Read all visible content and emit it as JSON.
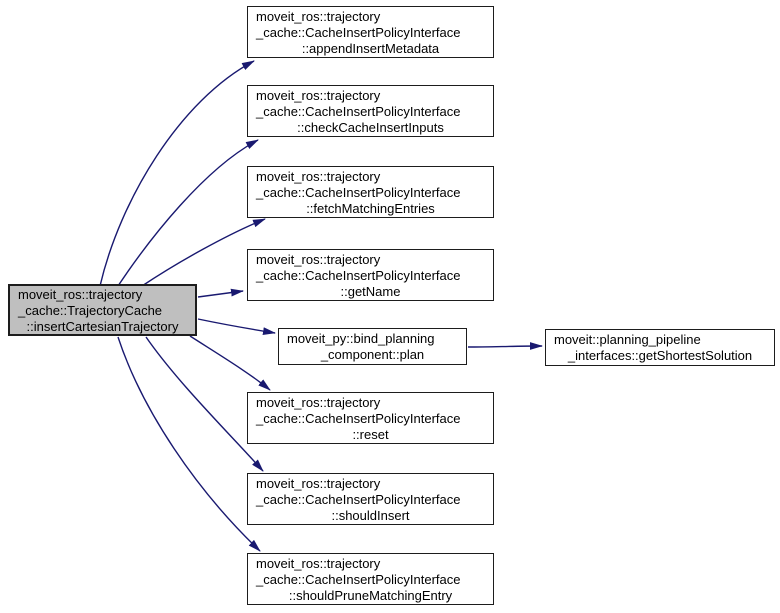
{
  "colors": {
    "background": "#ffffff",
    "edge": "#191970",
    "node_fill": "#ffffff",
    "node_border": "#1d1d1d",
    "focused_node_fill": "#bfbfbf",
    "text": "#000000"
  },
  "nodes": [
    {
      "id": "trajectory-cache-insert-cartesian-trajectory",
      "focused": true,
      "lines": [
        "moveit_ros::trajectory",
        "_cache::TrajectoryCache",
        "::insertCartesianTrajectory"
      ]
    },
    {
      "id": "cache-insert-policy-append-insert-metadata",
      "lines": [
        "moveit_ros::trajectory",
        "_cache::CacheInsertPolicyInterface",
        "::appendInsertMetadata"
      ]
    },
    {
      "id": "cache-insert-policy-check-cache-insert-inputs",
      "lines": [
        "moveit_ros::trajectory",
        "_cache::CacheInsertPolicyInterface",
        "::checkCacheInsertInputs"
      ]
    },
    {
      "id": "cache-insert-policy-fetch-matching-entries",
      "lines": [
        "moveit_ros::trajectory",
        "_cache::CacheInsertPolicyInterface",
        "::fetchMatchingEntries"
      ]
    },
    {
      "id": "cache-insert-policy-get-name",
      "lines": [
        "moveit_ros::trajectory",
        "_cache::CacheInsertPolicyInterface",
        "::getName"
      ]
    },
    {
      "id": "bind-planning-component-plan",
      "lines": [
        "moveit_py::bind_planning",
        "_component::plan"
      ]
    },
    {
      "id": "cache-insert-policy-reset",
      "lines": [
        "moveit_ros::trajectory",
        "_cache::CacheInsertPolicyInterface",
        "::reset"
      ]
    },
    {
      "id": "cache-insert-policy-should-insert",
      "lines": [
        "moveit_ros::trajectory",
        "_cache::CacheInsertPolicyInterface",
        "::shouldInsert"
      ]
    },
    {
      "id": "cache-insert-policy-should-prune-matching-entry",
      "lines": [
        "moveit_ros::trajectory",
        "_cache::CacheInsertPolicyInterface",
        "::shouldPruneMatchingEntry"
      ]
    },
    {
      "id": "planning-pipeline-interfaces-get-shortest-solution",
      "lines": [
        "moveit::planning_pipeline",
        "_interfaces::getShortestSolution"
      ]
    }
  ],
  "edges": [
    {
      "from": "trajectory-cache-insert-cartesian-trajectory",
      "to": "cache-insert-policy-append-insert-metadata"
    },
    {
      "from": "trajectory-cache-insert-cartesian-trajectory",
      "to": "cache-insert-policy-check-cache-insert-inputs"
    },
    {
      "from": "trajectory-cache-insert-cartesian-trajectory",
      "to": "cache-insert-policy-fetch-matching-entries"
    },
    {
      "from": "trajectory-cache-insert-cartesian-trajectory",
      "to": "cache-insert-policy-get-name"
    },
    {
      "from": "trajectory-cache-insert-cartesian-trajectory",
      "to": "bind-planning-component-plan"
    },
    {
      "from": "trajectory-cache-insert-cartesian-trajectory",
      "to": "cache-insert-policy-reset"
    },
    {
      "from": "trajectory-cache-insert-cartesian-trajectory",
      "to": "cache-insert-policy-should-insert"
    },
    {
      "from": "trajectory-cache-insert-cartesian-trajectory",
      "to": "cache-insert-policy-should-prune-matching-entry"
    },
    {
      "from": "bind-planning-component-plan",
      "to": "planning-pipeline-interfaces-get-shortest-solution"
    }
  ]
}
